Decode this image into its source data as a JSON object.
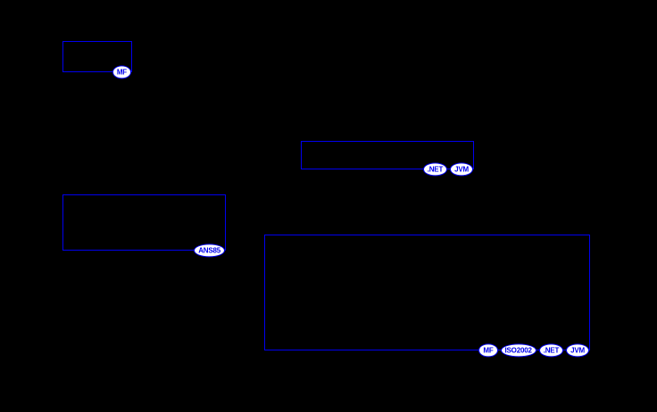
{
  "diagram": {
    "background_color": "#000000",
    "box_border_color": "#0000ee",
    "badge_fill_color": "#ffffff",
    "badge_text_color": "#0000ee",
    "boxes": [
      {
        "name": "syntax-box-1",
        "badges": [
          "MF"
        ]
      },
      {
        "name": "syntax-box-2",
        "badges": [
          ".NET",
          "JVM"
        ]
      },
      {
        "name": "syntax-box-3",
        "badges": [
          "ANS85"
        ]
      },
      {
        "name": "syntax-box-4",
        "badges": [
          "MF",
          "ISO2002",
          ".NET",
          "JVM"
        ]
      }
    ]
  }
}
